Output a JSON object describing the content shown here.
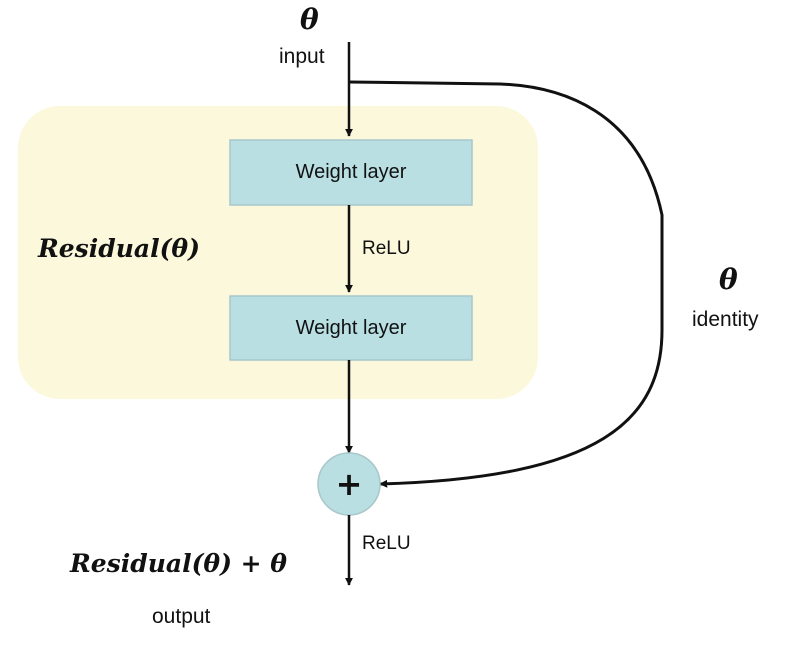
{
  "diagram": {
    "input_symbol": "θ",
    "input_label": "input",
    "block_label": "Residual(θ)",
    "weight_layer_1": "Weight layer",
    "relu_mid": "ReLU",
    "weight_layer_2": "Weight layer",
    "identity_symbol": "θ",
    "identity_label": "identity",
    "add_symbol": "+",
    "relu_out": "ReLU",
    "output_expression": "Residual(θ) + θ",
    "output_label": "output"
  },
  "colors": {
    "residual_region": "#fbf8db",
    "weight_layer_fill": "#b9dfe3",
    "weight_layer_stroke": "#a7c7cb",
    "add_node_fill": "#b9dfe3",
    "arrow": "#111111"
  }
}
